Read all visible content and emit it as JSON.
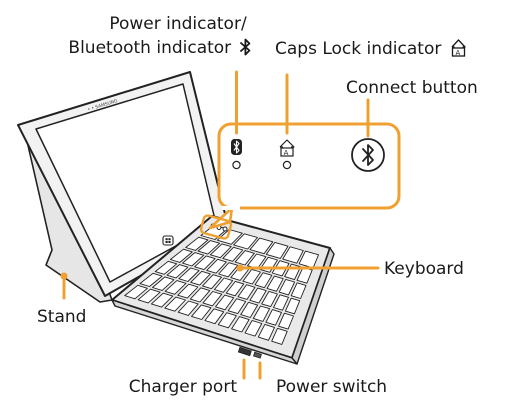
{
  "labels": {
    "power_indicator": "Power indicator/",
    "bluetooth_indicator": "Bluetooth indicator",
    "caps_lock_indicator": "Caps Lock indicator",
    "connect_button": "Connect button",
    "keyboard": "Keyboard",
    "stand": "Stand",
    "charger_port": "Charger port",
    "power_switch": "Power switch"
  },
  "tablet_screen_text": "• • SAMSUNG",
  "icons": {
    "bluetooth": "bluetooth-icon",
    "caps_lock": "caps-lock-icon",
    "windows_button": "windows-logo-icon"
  },
  "colors": {
    "callout": "#f0a030",
    "outline": "#222222",
    "text": "#1a1a1a",
    "key_fill": "#ffffff",
    "screen_fill": "#ffffff"
  }
}
